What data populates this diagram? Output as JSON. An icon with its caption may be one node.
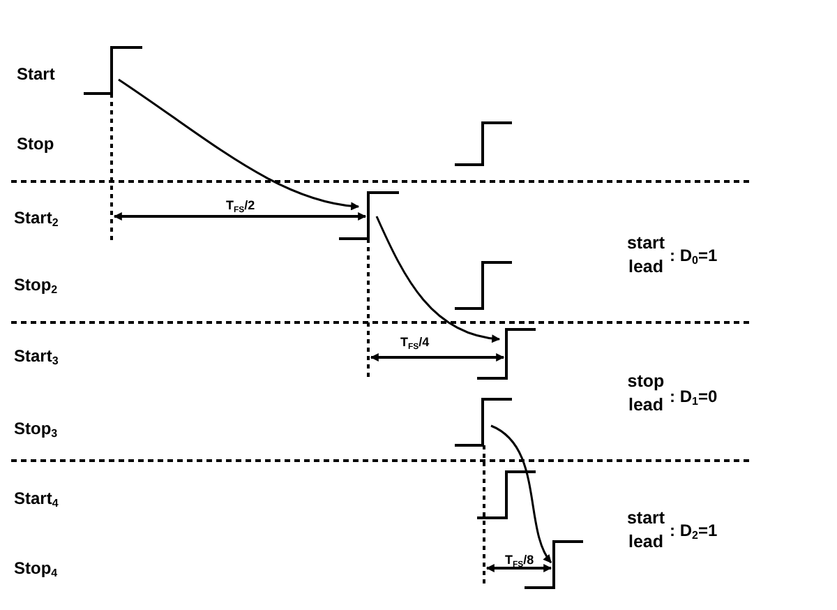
{
  "diagram": {
    "labels": [
      "Start",
      "Stop",
      "Start$_{2}$",
      "T$_{FS}$/2",
      "Stop$_{2}$",
      "start lead",
      ": D$_{0}$=1",
      "Start$_{3}$",
      "T$_{FS}$/4",
      "stop lead",
      ": D$_{1}$=0",
      "Stop$_{3}$",
      "Start$_{4}$",
      "start lead",
      ": D$_{2}$=1",
      "T$_{FS}$/8",
      "Stop$_{4}$"
    ]
  }
}
